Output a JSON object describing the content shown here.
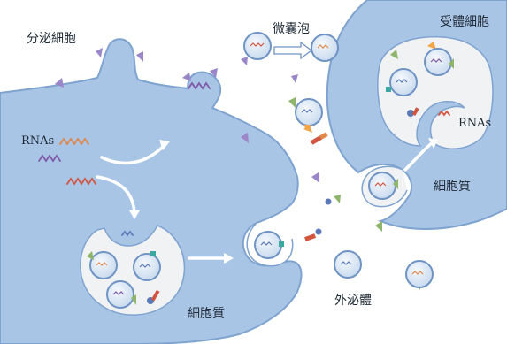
{
  "labels": {
    "secreting_cell": "分泌細胞",
    "microvesicle": "微囊泡",
    "receiving_cell": "受體細胞",
    "rnas_source": "RNAs",
    "rnas_target": "RNAs",
    "cytoplasm_receiving": "細胞質",
    "cytoplasm_secreting": "細胞質",
    "exosome": "外泌體"
  },
  "colors": {
    "cell_fill": "#a9c5e6",
    "cell_edge": "#7fa3cf",
    "vesicle_fill": "#dbe7f4",
    "vesicle_edge": "#6f93c3",
    "interior": "#f0f2f3",
    "rna_orange": "#e0874a",
    "rna_purple": "#7e5aa8",
    "rna_red": "#d2553f",
    "rna_blue": "#5a78b8",
    "protein_purple": "#9a86c8",
    "protein_green": "#8fb56a",
    "protein_orange": "#f0a548",
    "protein_teal": "#3aa8a0",
    "arrow": "#ffffff"
  }
}
